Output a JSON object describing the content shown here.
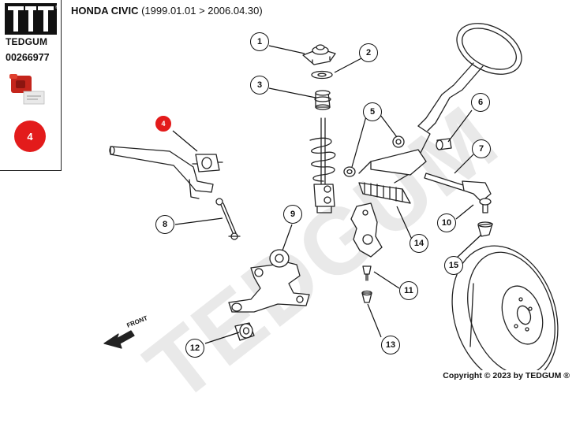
{
  "sidebar": {
    "brand": "TEDGUM",
    "part_number": "00266977",
    "quantity": "4"
  },
  "header": {
    "model": "HONDA CIVIC",
    "years": "(1999.01.01 > 2006.04.30)"
  },
  "watermark": "TEDGUM",
  "callouts": [
    "1",
    "2",
    "3",
    "4",
    "5",
    "6",
    "7",
    "8",
    "9",
    "10",
    "11",
    "12",
    "13",
    "14",
    "15"
  ],
  "front_label": "FRONT",
  "footer": {
    "copyright": "Copyright © 2023 by TEDGUM ®"
  },
  "colors": {
    "accent": "#e31b1b",
    "ink": "#111111",
    "watermark": "#e9e9e9"
  }
}
